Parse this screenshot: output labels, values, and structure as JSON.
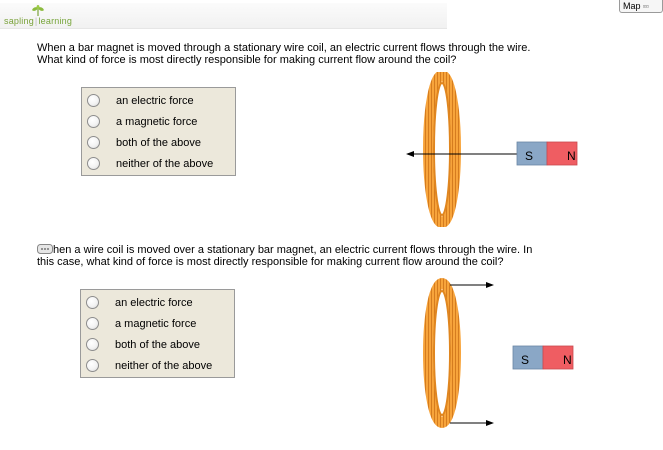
{
  "header": {
    "brand_part1": "sapling",
    "brand_part2": "learning",
    "map_label": "Map"
  },
  "questions": [
    {
      "text": "When a bar magnet is moved through a stationary wire coil, an electric current flows through the wire. What kind of force is most directly responsible for making current flow around the coil?",
      "options": [
        "an electric force",
        "a magnetic force",
        "both of the above",
        "neither of the above"
      ],
      "figure": {
        "magnet_south": "S",
        "magnet_north": "N"
      }
    },
    {
      "text": "hen a wire coil is moved over a stationary bar magnet, an electric current flows through the wire. In this case, what kind of force is most directly responsible for making current flow around the coil?",
      "options": [
        "an electric force",
        "a magnetic force",
        "both of the above",
        "neither of the above"
      ],
      "figure": {
        "magnet_south": "S",
        "magnet_north": "N"
      }
    }
  ],
  "colors": {
    "coil": "#f39a2b",
    "magnet_south": "#8aa7c6",
    "magnet_north": "#ef5d62",
    "options_bg": "#ece8db"
  }
}
